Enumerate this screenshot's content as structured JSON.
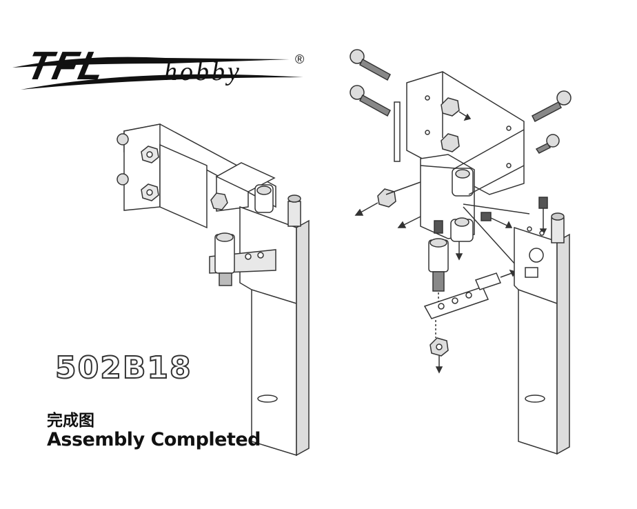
{
  "logo": {
    "brand_main": "TFL",
    "brand_sub": "hobby",
    "registered_mark": "®"
  },
  "model_code": "502B18",
  "caption": {
    "chinese": "完成图",
    "english": "Assembly Completed"
  },
  "colors": {
    "line": "#333333",
    "fill": "#ffffff",
    "shade": "#d6d6d6",
    "dark": "#555555"
  }
}
